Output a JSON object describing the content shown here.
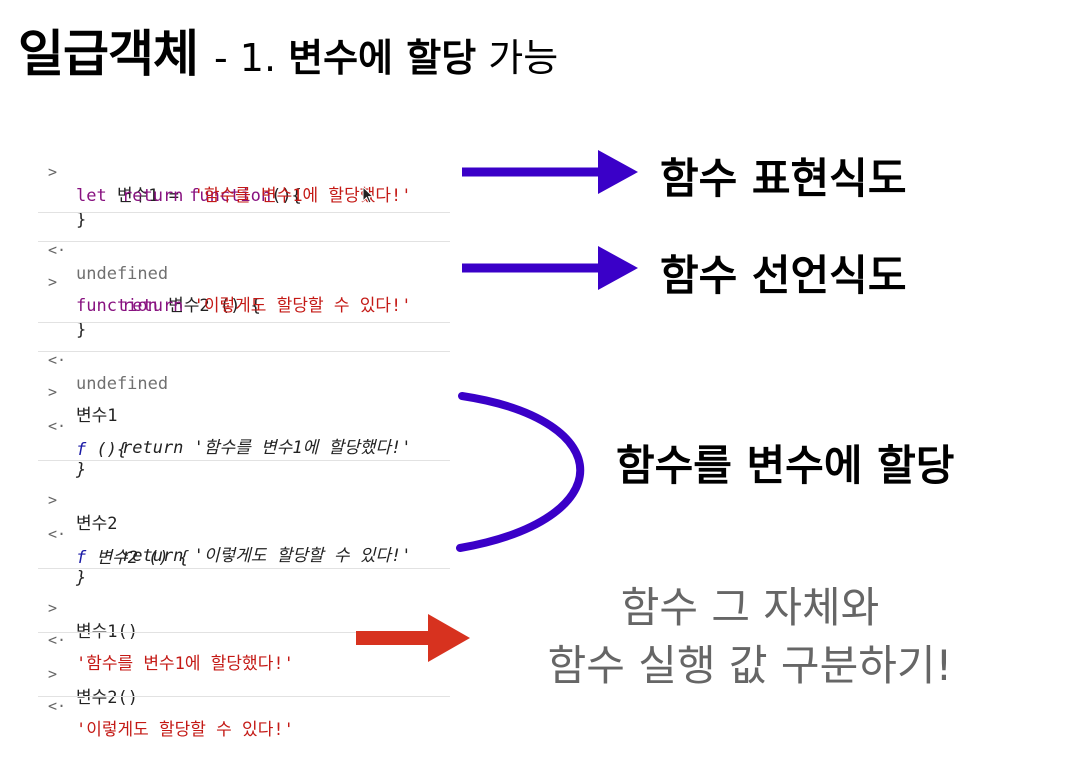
{
  "title": {
    "main": "일급객체",
    "sub_prefix": "- 1. ",
    "sub_bold": "변수에 할당",
    "sub_suffix": " 가능"
  },
  "console": {
    "prompt_in": ">",
    "prompt_out": "<·",
    "e1": {
      "l1_kw": "let",
      "l1_rest": " 변수1 = ",
      "l1_kw2": "function",
      "l1_end": "(){",
      "l2_kw": "return",
      "l2_str": " '함수를 변수1에 할당했다!'",
      "l3": "}"
    },
    "r1": "undefined",
    "e2": {
      "l1_kw": "function",
      "l1_rest": " 변수2 () {",
      "l2_kw": "return",
      "l2_str": " '이렇게도 할당할 수 있다!'",
      "l3": "}"
    },
    "r2": "undefined",
    "e3": {
      "in": "변수1",
      "f": "f",
      "l1": " (){",
      "l2_kw": "return",
      "l2_str": " '함수를 변수1에 할당했다!'",
      "l3": "}"
    },
    "e4": {
      "in": "변수2",
      "f": "f",
      "l1": " 변수2 () {",
      "l2_kw": "return",
      "l2_str": " '이렇게도 할당할 수 있다!'",
      "l3": "}"
    },
    "e5": {
      "in": "변수1()",
      "out": "'함수를 변수1에 할당했다!'"
    },
    "e6": {
      "in": "변수2()",
      "out": "'이렇게도 할당할 수 있다!'"
    }
  },
  "annotations": {
    "expr": "함수 표현식도",
    "decl": "함수 선언식도",
    "assign": "함수를 변수에 할당",
    "note_line1": "함수 그 자체와",
    "note_line2": "함수 실행 값 구분하기!"
  },
  "colors": {
    "arrow_purple": "#3a00c8",
    "arrow_red": "#d7321f",
    "keyword": "#881280",
    "string": "#c41a16"
  },
  "icons": {
    "cursor": "mouse-pointer-icon"
  }
}
